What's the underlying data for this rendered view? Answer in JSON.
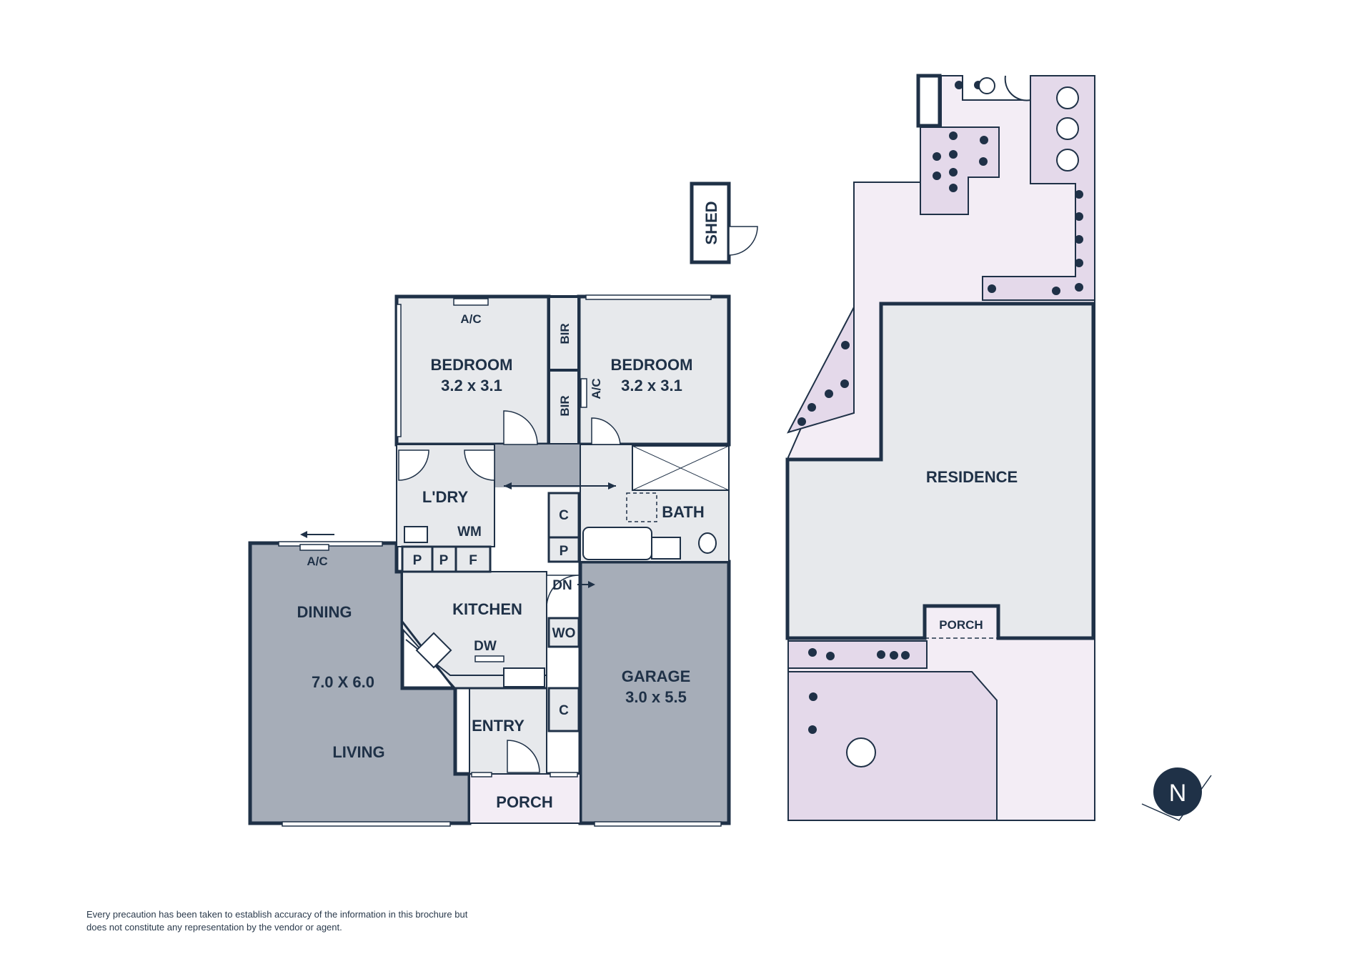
{
  "colors": {
    "wall": "#1f3147",
    "living_fill": "#a6adb8",
    "room_fill": "#e7e9ec",
    "garden_fill": "#e4d9ea",
    "yard_fill": "#f3edf5",
    "white": "#ffffff"
  },
  "rooms": {
    "bedroom1": {
      "name": "BEDROOM",
      "size": "3.2 x 3.1"
    },
    "bedroom2": {
      "name": "BEDROOM",
      "size": "3.2 x 3.1"
    },
    "bir_top": "BIR",
    "bir_bottom": "BIR",
    "ac_bedroom1": "A/C",
    "ac_bedroom2": "A/C",
    "laundry": "L'DRY",
    "wm": "WM",
    "bath": "BATH",
    "cupboard_c1": "C",
    "cupboard_p1": "P",
    "pantry1": "P",
    "pantry2": "P",
    "fridge": "F",
    "dn": "DN",
    "kitchen": "KITCHEN",
    "dw": "DW",
    "wo": "WO",
    "cupboard_c2": "C",
    "dining": "DINING",
    "ac_dining": "A/C",
    "dimensions": "7.0 X 6.0",
    "living": "LIVING",
    "entry": "ENTRY",
    "porch": "PORCH",
    "garage": {
      "name": "GARAGE",
      "size": "3.0 x 5.5"
    },
    "shed": "SHED"
  },
  "site": {
    "residence": "RESIDENCE",
    "porch": "PORCH"
  },
  "compass": "N",
  "disclaimer": "Every precaution has been taken to establish accuracy of the information in this brochure but does not constitute any representation by the vendor or agent."
}
